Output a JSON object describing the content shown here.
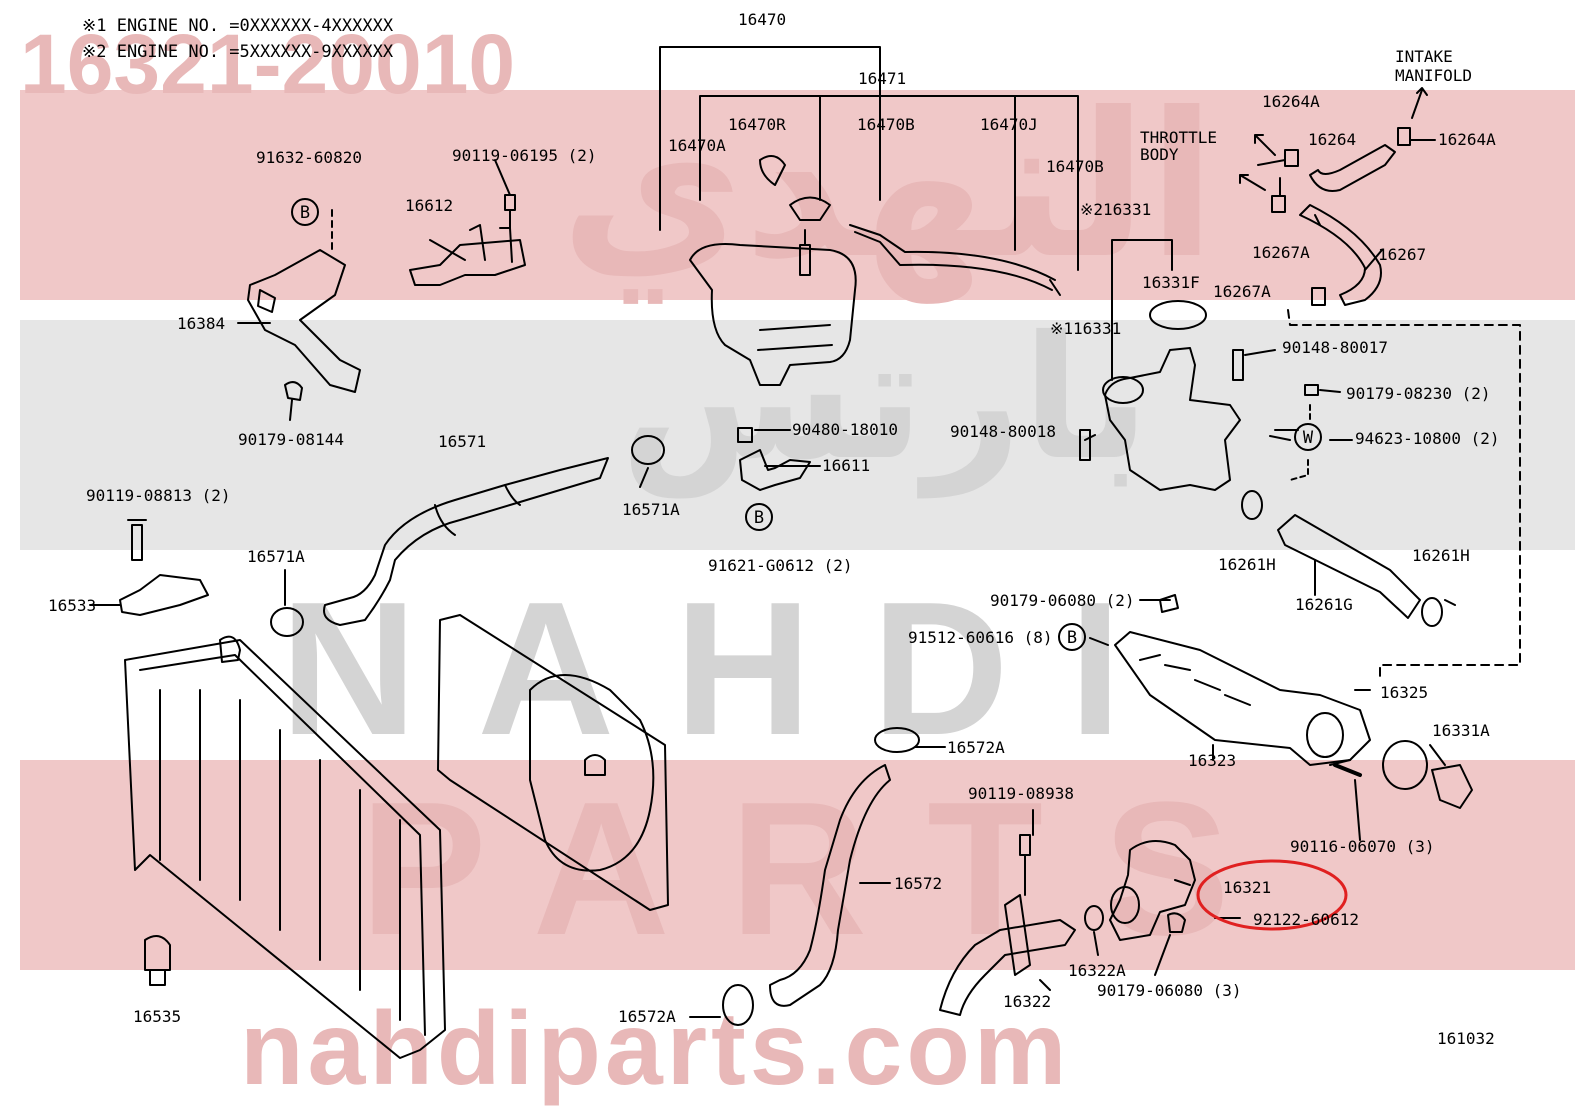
{
  "watermarks": {
    "part_number": "16321-20010",
    "arabic_top": "النهدي",
    "arabic_mid": "بارتس",
    "brand_latin": "NAHDI",
    "parts_latin": "PARTS",
    "website": "nahdiparts.com"
  },
  "colors": {
    "band_red": "#f0c8c8",
    "band_gray": "#e6e6e6",
    "wm_red": "#e8b8b8",
    "wm_gray": "#d4d4d4",
    "highlight": "#e02020",
    "ink": "#000000"
  },
  "notes": {
    "note1": "※1 ENGINE NO. =0XXXXXX-4XXXXXX",
    "note2": "※2 ENGINE NO. =5XXXXXX-9XXXXXX"
  },
  "diagram_id": "161032",
  "circle_markers": [
    "B",
    "B",
    "B",
    "W"
  ],
  "highlighted_part": "16321",
  "labels": [
    "16470",
    "16471",
    "16470R",
    "16470B",
    "16470J",
    "16470A",
    "16470B",
    "INTAKE",
    "MANIFOLD",
    "16264A",
    "16264",
    "16264A",
    "THROTTLE",
    "BODY",
    "※216331",
    "16267A",
    "16267",
    "16331F",
    "16267A",
    "※116331",
    "90148-80017",
    "91632-60820",
    "90119-06195 (2)",
    "16612",
    "16384",
    "90179-08144",
    "90179-08230 (2)",
    "94623-10800 (2)",
    "90148-80018",
    "90480-18010",
    "16611",
    "16571",
    "16571A",
    "90119-08813 (2)",
    "16571A",
    "16533",
    "91621-G0612 (2)",
    "16261H",
    "16261H",
    "16261G",
    "90179-06080 (2)",
    "91512-60616 (8)",
    "16325",
    "16323",
    "16331A",
    "16572A",
    "90119-08938",
    "90116-06070 (3)",
    "16572",
    "16321",
    "92122-60612",
    "16322A",
    "16322",
    "90179-06080 (3)",
    "16535",
    "16572A"
  ]
}
